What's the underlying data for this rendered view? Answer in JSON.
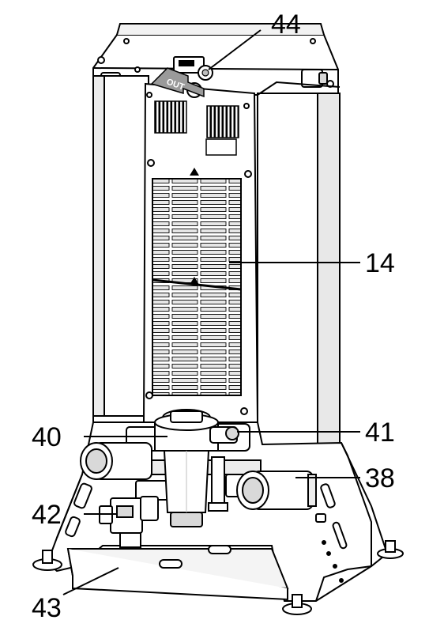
{
  "diagram": {
    "outlet_label": "OUT",
    "callouts": {
      "c44": "44",
      "c14": "14",
      "c40": "40",
      "c41": "41",
      "c38": "38",
      "c42": "42",
      "c43": "43"
    },
    "colors": {
      "line": "#000000",
      "body_fill": "#ffffff",
      "shade": "#d9d9d9",
      "dark": "#8c8c8c",
      "arrow_fill": "#9a9a9a"
    }
  }
}
